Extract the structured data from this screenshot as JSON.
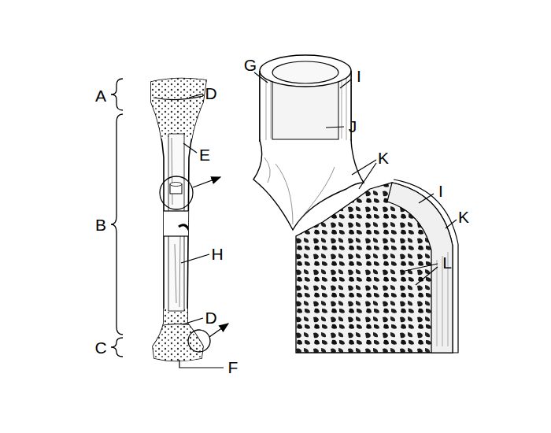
{
  "diagram": {
    "labels": [
      "G",
      "I",
      "A",
      "D",
      "E",
      "J",
      "K",
      "I",
      "K",
      "B",
      "H",
      "L",
      "D",
      "C",
      "F"
    ]
  }
}
